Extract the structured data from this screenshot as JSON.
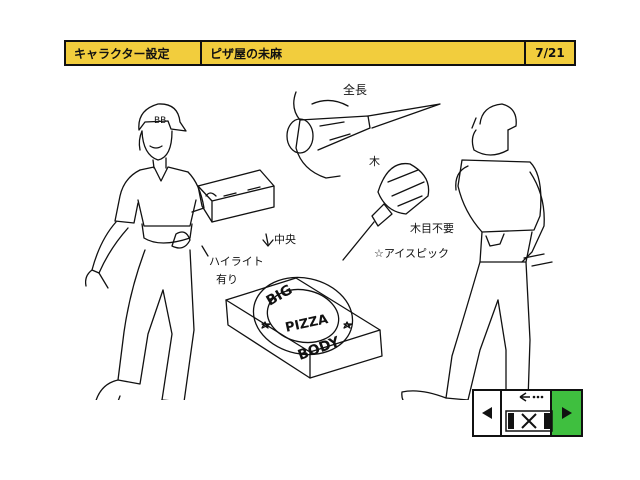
{
  "header": {
    "category": "キャラクター設定",
    "title": "ピザ屋の未麻",
    "page": "7/21",
    "accent_color": "#f2cd3d"
  },
  "annotations": {
    "cut_note": "全長",
    "wood_mark": "木",
    "wood_note": "木目不要",
    "ice_pick": "☆アイスピック",
    "highlight_1": "ハイライト",
    "highlight_2": "有り",
    "thickness": "中央"
  },
  "pizza_box": {
    "top": "BIG",
    "center": "PIZZA",
    "bottom": "BODY"
  },
  "logo": {
    "cap_badge": "BB"
  },
  "nav": {
    "prev_icon": "triangle-left-icon",
    "menu_icon": "film-menu-icon",
    "close_icon": "close-icon",
    "next_icon": "triangle-right-icon",
    "next_color": "#3fbf3f"
  }
}
